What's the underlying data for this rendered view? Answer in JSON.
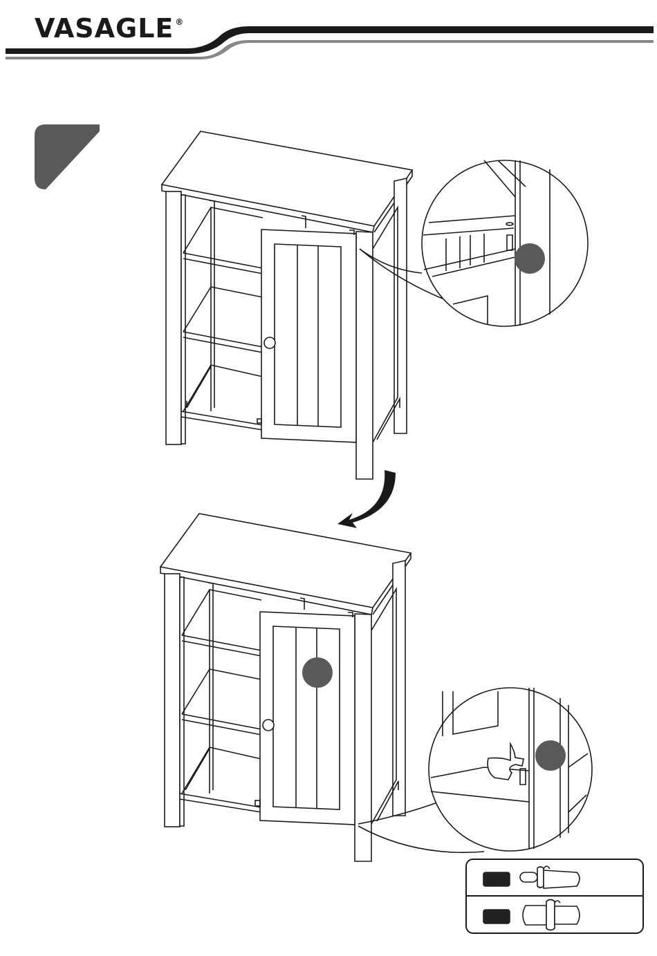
{
  "header": {
    "brand": "VASAGLE",
    "registered_mark": "®"
  },
  "step": {
    "number": ""
  },
  "illustration": {
    "top_view": "cabinet-with-door-attached-top-hinge-pin",
    "bottom_view": "cabinet-door-bottom-hinge-pin-being-inserted",
    "arrow_direction": "down-left"
  },
  "legend": {
    "items": [
      {
        "icon": "short-hinge-pin-icon",
        "code": ""
      },
      {
        "icon": "long-hinge-pin-icon",
        "code": ""
      }
    ]
  },
  "colors": {
    "line": "#1a1a1a",
    "step_badge": "#595959",
    "callout_dot": "#595959",
    "legend_tag": "#222222"
  }
}
